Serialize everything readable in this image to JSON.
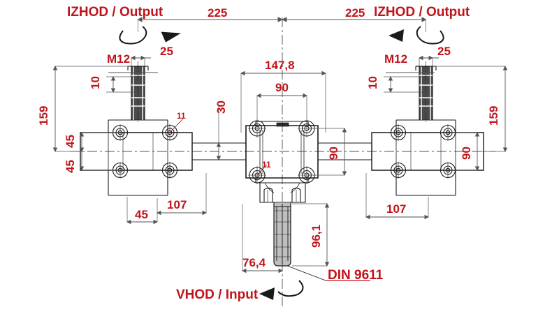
{
  "drawing": {
    "title_labels": {
      "output_left": "IZHOD / Output",
      "output_right": "IZHOD / Output",
      "input_bottom": "VHOD / Input",
      "standard_note": "DIN 9611"
    },
    "colors": {
      "dimension_red": "#C0141B",
      "line_black": "#1a1a1a",
      "background": "#ffffff"
    },
    "dimensions": {
      "span_left": "225",
      "span_right": "225",
      "center_width": "147,8",
      "center_bolt_span": "90",
      "center_height": "90",
      "shaft_diameter": "30",
      "output_shaft_len_left": "25",
      "output_shaft_len_right": "25",
      "key_height_left": "10",
      "key_height_right": "10",
      "thread_left": "M12",
      "thread_right": "M12",
      "overall_height_left": "159",
      "overall_height_right": "159",
      "bolt_half_top": "45",
      "bolt_half_bottom": "45",
      "side_box_width_left": "107",
      "side_box_width_right": "107",
      "side_box_offset": "45",
      "side_box_height_right": "90",
      "hole_dia_left": "11",
      "hole_dia_center": "11",
      "input_shaft_len": "96,1",
      "input_offset": "76,4"
    }
  }
}
